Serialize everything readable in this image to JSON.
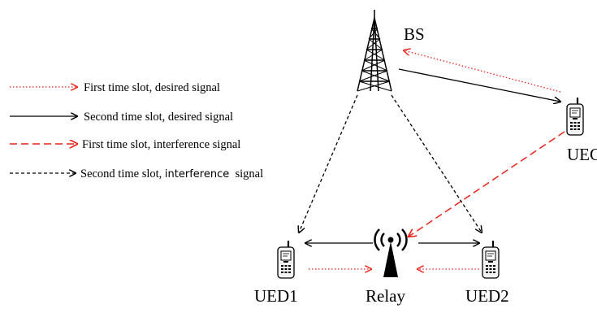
{
  "nodes": {
    "bs": "BS",
    "uec": "UEC",
    "ued1": "UED1",
    "relay": "Relay",
    "ued2": "UED2"
  },
  "legend": [
    {
      "label": "First time slot, desired signal",
      "style": "red-dotted"
    },
    {
      "label": "Second time slot, desired signal",
      "style": "black-solid"
    },
    {
      "label": "First time slot, interference signal",
      "style": "red-dashed"
    },
    {
      "label_prefix": "Second time slot, ",
      "label_sans": "interference",
      "label_suffix": "  signal",
      "style": "black-dashed"
    }
  ],
  "colors": {
    "red": "#e8241c",
    "black": "#000000",
    "phone_fill": "#f2f2f2"
  }
}
